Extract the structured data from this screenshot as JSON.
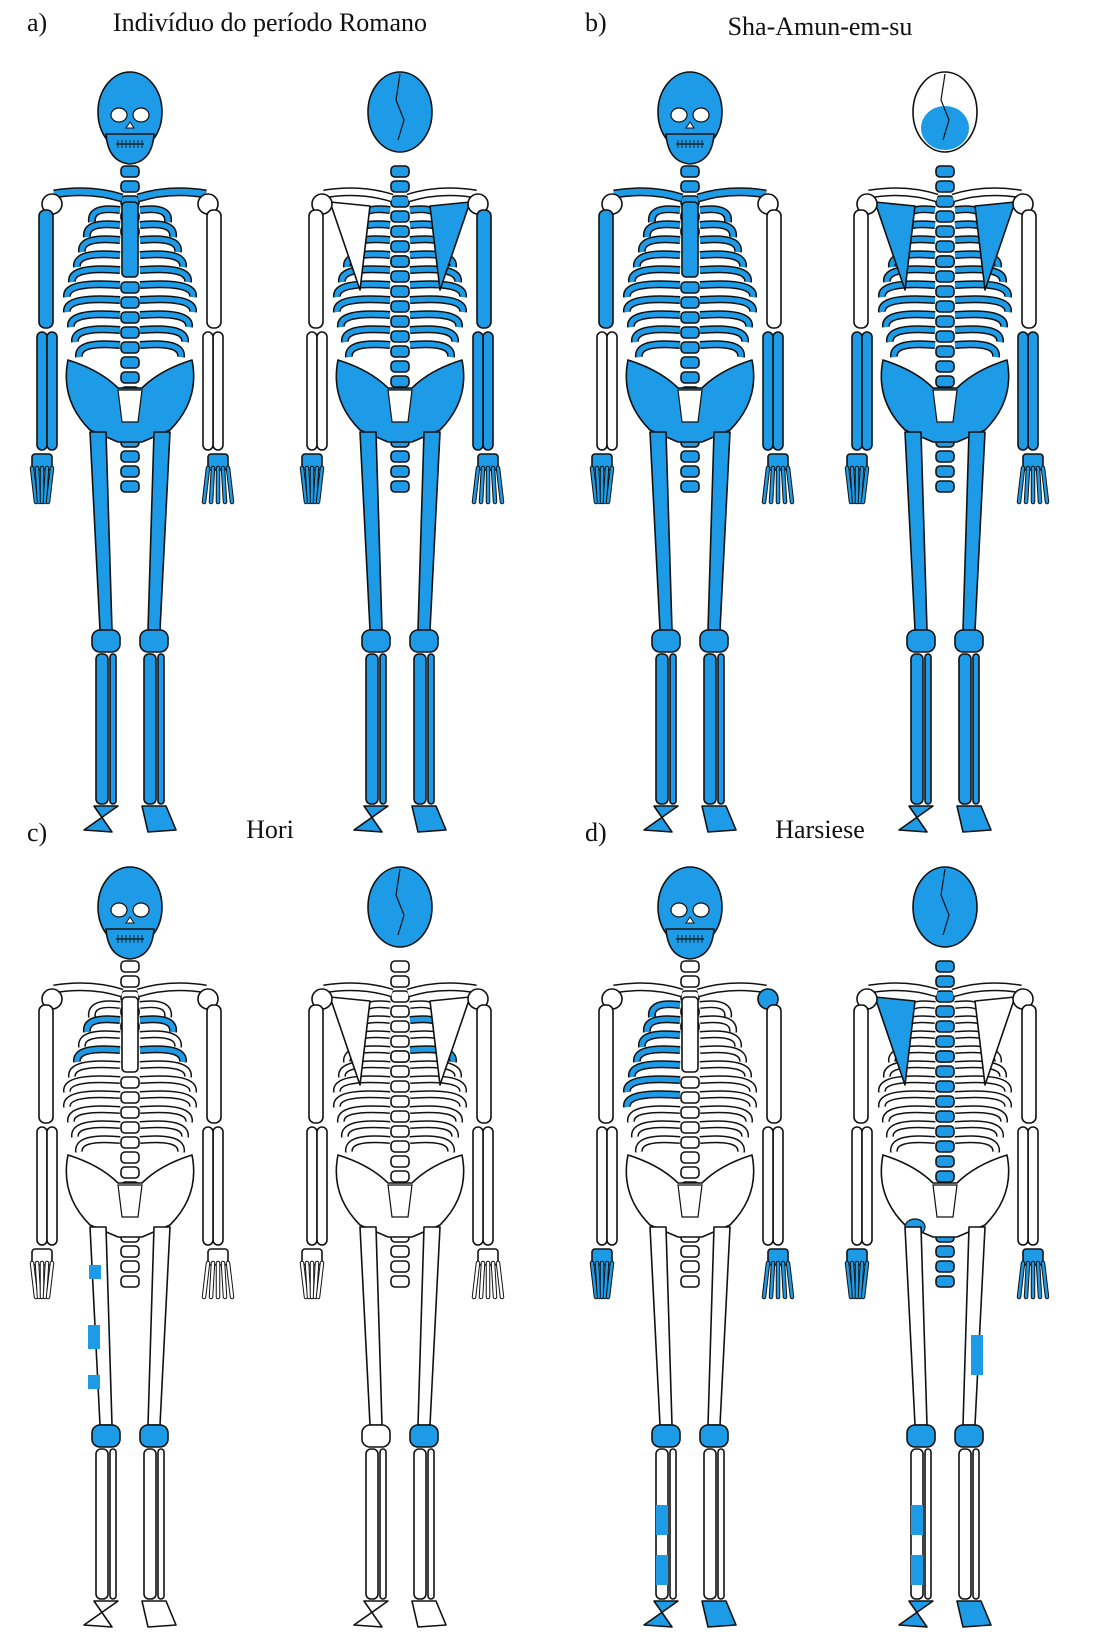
{
  "colors": {
    "highlight": "#1e9be6",
    "outline": "#111111",
    "bone": "#ffffff",
    "paper": "#ffffff"
  },
  "panels": [
    {
      "letter": "a)",
      "title": "Indivíduo do período Romano",
      "front": [
        "skull",
        "jaw",
        "spine",
        "ribs",
        "clavicles",
        "pelvis",
        "femurs",
        "tibias",
        "feet",
        "l_humerus",
        "l_forearm",
        "l_hand",
        "r_hand"
      ],
      "back": [
        "skull",
        "spine",
        "ribs",
        "pelvis",
        "femurs",
        "tibias",
        "feet",
        "r_scapula",
        "r_humerus",
        "r_forearm",
        "l_hand",
        "r_hand"
      ]
    },
    {
      "letter": "b)",
      "title": "Sha-Amun-em-su",
      "front": [
        "skull",
        "jaw",
        "spine",
        "ribs",
        "clavicles",
        "pelvis",
        "femurs",
        "tibias",
        "feet",
        "l_humerus",
        "r_forearm",
        "l_hand",
        "r_hand"
      ],
      "back": [
        "skull_lower",
        "spine",
        "ribs",
        "scapulae",
        "pelvis",
        "femurs",
        "tibias",
        "feet",
        "r_forearm",
        "l_forearm",
        "l_hand",
        "r_hand"
      ]
    },
    {
      "letter": "c)",
      "title": "Hori",
      "front": [
        "skull",
        "jaw",
        "upper_ribs",
        "l_femur_patches",
        "knees"
      ],
      "back": [
        "skull",
        "upper_back_patches",
        "r_knee"
      ]
    },
    {
      "letter": "d)",
      "title": "Harsiese",
      "front": [
        "skull",
        "jaw",
        "ribs_l",
        "r_shoulder",
        "l_hand",
        "r_hand",
        "knees",
        "tibia_patches",
        "feet"
      ],
      "back": [
        "skull",
        "spine",
        "l_scapula",
        "ischium",
        "knees",
        "tibia_patches",
        "feet",
        "l_hand",
        "r_hand",
        "r_femur_patch"
      ]
    }
  ]
}
